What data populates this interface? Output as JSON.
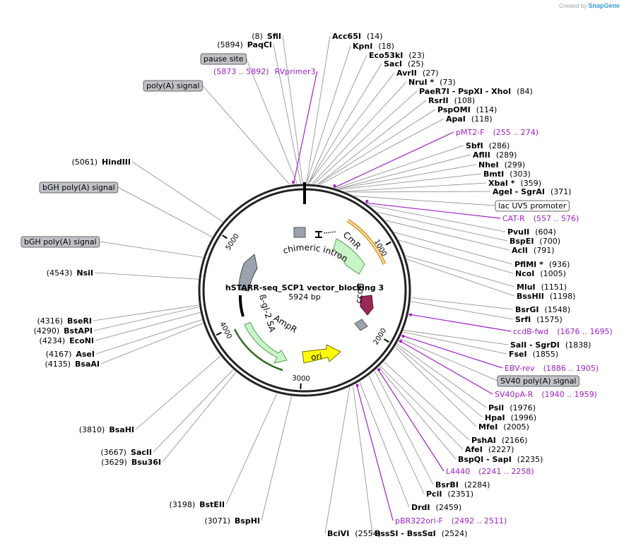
{
  "credit": {
    "prefix": "Created by",
    "brand": "SnapGene"
  },
  "plasmid": {
    "name": "hSTARR-seq_SCP1 vector_blocking 3",
    "size": "5924 bp",
    "length": 5924
  },
  "ticks": [
    "1000",
    "2000",
    "3000",
    "4000",
    "5000"
  ],
  "features": [
    {
      "label": "chimeric intron",
      "type": "intron"
    },
    {
      "label": "CmR",
      "type": "cds",
      "color": "#c8f5c8"
    },
    {
      "label": "ccdB",
      "type": "cds",
      "color": "#9a2a55"
    },
    {
      "label": "ori",
      "type": "rep_origin",
      "color": "#ffff00"
    },
    {
      "label": "AmpR",
      "type": "cds",
      "color": "#c8f5c8"
    },
    {
      "label": "ß-gl-2 SA",
      "type": "misc"
    }
  ],
  "labels": [
    {
      "kind": "enzyme",
      "name": "SfiI",
      "pos": "(8)"
    },
    {
      "kind": "enzyme",
      "name": "PaqCI",
      "pos": "(5894)"
    },
    {
      "kind": "box",
      "name": "pause site"
    },
    {
      "kind": "primer",
      "name": "RVprimer3",
      "pos": "(5873 .. 5892)"
    },
    {
      "kind": "box",
      "name": "poly(A) signal"
    },
    {
      "kind": "enzyme",
      "name": "HindIII",
      "pos": "(5061)"
    },
    {
      "kind": "box",
      "name": "bGH poly(A) signal"
    },
    {
      "kind": "box",
      "name": "bGH poly(A) signal"
    },
    {
      "kind": "enzyme",
      "name": "NsiI",
      "pos": "(4543)"
    },
    {
      "kind": "enzyme",
      "name": "BseRI",
      "pos": "(4316)"
    },
    {
      "kind": "enzyme",
      "name": "BstAPI",
      "pos": "(4290)"
    },
    {
      "kind": "enzyme",
      "name": "EcoNI",
      "pos": "(4234)"
    },
    {
      "kind": "enzyme",
      "name": "AseI",
      "pos": "(4167)"
    },
    {
      "kind": "enzyme",
      "name": "BsaAI",
      "pos": "(4135)"
    },
    {
      "kind": "enzyme",
      "name": "BsaHI",
      "pos": "(3810)"
    },
    {
      "kind": "enzyme",
      "name": "SacII",
      "pos": "(3667)"
    },
    {
      "kind": "enzyme",
      "name": "Bsu36I",
      "pos": "(3629)"
    },
    {
      "kind": "enzyme",
      "name": "BstEII",
      "pos": "(3198)"
    },
    {
      "kind": "enzyme",
      "name": "BspHI",
      "pos": "(3071)"
    },
    {
      "kind": "enzyme",
      "name": "BciVI",
      "pos": "(2554)"
    },
    {
      "kind": "enzyme",
      "name": "Acc65I",
      "pos": "(14)"
    },
    {
      "kind": "enzyme",
      "name": "KpnI",
      "pos": "(18)"
    },
    {
      "kind": "enzyme",
      "name": "Eco53kI",
      "pos": "(23)"
    },
    {
      "kind": "enzyme",
      "name": "SacI",
      "pos": "(25)"
    },
    {
      "kind": "enzyme",
      "name": "AvrII",
      "pos": "(27)"
    },
    {
      "kind": "enzyme",
      "name": "NruI *",
      "pos": "(73)"
    },
    {
      "kind": "enzyme",
      "name": "PaeR7I - PspXI - XhoI",
      "pos": "(84)"
    },
    {
      "kind": "enzyme",
      "name": "RsrII",
      "pos": "(108)"
    },
    {
      "kind": "enzyme",
      "name": "PspOMI",
      "pos": "(114)"
    },
    {
      "kind": "enzyme",
      "name": "ApaI",
      "pos": "(118)"
    },
    {
      "kind": "primer",
      "name": "pMT2-F",
      "pos": "(255 .. 274)"
    },
    {
      "kind": "enzyme",
      "name": "SbfI",
      "pos": "(286)"
    },
    {
      "kind": "enzyme",
      "name": "AflII",
      "pos": "(289)"
    },
    {
      "kind": "enzyme",
      "name": "NheI",
      "pos": "(299)"
    },
    {
      "kind": "enzyme",
      "name": "BmtI",
      "pos": "(303)"
    },
    {
      "kind": "enzyme",
      "name": "XbaI *",
      "pos": "(359)"
    },
    {
      "kind": "enzyme",
      "name": "AgeI - SgrAI",
      "pos": "(371)"
    },
    {
      "kind": "boxw",
      "name": "lac UV5 promoter"
    },
    {
      "kind": "primer",
      "name": "CAT-R",
      "pos": "(557 .. 576)"
    },
    {
      "kind": "enzyme",
      "name": "PvuII",
      "pos": "(604)"
    },
    {
      "kind": "enzyme",
      "name": "BspEI",
      "pos": "(700)"
    },
    {
      "kind": "enzyme",
      "name": "AclI",
      "pos": "(791)"
    },
    {
      "kind": "enzyme",
      "name": "PflMI *",
      "pos": "(936)"
    },
    {
      "kind": "enzyme",
      "name": "NcoI",
      "pos": "(1005)"
    },
    {
      "kind": "enzyme",
      "name": "MluI",
      "pos": "(1151)"
    },
    {
      "kind": "enzyme",
      "name": "BssHII",
      "pos": "(1198)"
    },
    {
      "kind": "enzyme",
      "name": "BsrGI",
      "pos": "(1548)"
    },
    {
      "kind": "enzyme",
      "name": "SrfI",
      "pos": "(1575)"
    },
    {
      "kind": "primer",
      "name": "ccdB-fwd",
      "pos": "(1676 .. 1695)"
    },
    {
      "kind": "enzyme",
      "name": "SalI - SgrDI",
      "pos": "(1838)"
    },
    {
      "kind": "enzyme",
      "name": "FseI",
      "pos": "(1855)"
    },
    {
      "kind": "primer",
      "name": "EBV-rev",
      "pos": "(1886 .. 1905)"
    },
    {
      "kind": "box",
      "name": "SV40 poly(A) signal"
    },
    {
      "kind": "primer",
      "name": "SV40pA-R",
      "pos": "(1940 .. 1959)"
    },
    {
      "kind": "enzyme",
      "name": "PsiI",
      "pos": "(1976)"
    },
    {
      "kind": "enzyme",
      "name": "HpaI",
      "pos": "(1996)"
    },
    {
      "kind": "enzyme",
      "name": "MfeI",
      "pos": "(2005)"
    },
    {
      "kind": "enzyme",
      "name": "PshAI",
      "pos": "(2166)"
    },
    {
      "kind": "enzyme",
      "name": "AfeI",
      "pos": "(2227)"
    },
    {
      "kind": "enzyme",
      "name": "BspQI - SapI",
      "pos": "(2235)"
    },
    {
      "kind": "primer",
      "name": "L4440",
      "pos": "(2241 .. 2258)"
    },
    {
      "kind": "enzyme",
      "name": "BsrBI",
      "pos": "(2284)"
    },
    {
      "kind": "enzyme",
      "name": "PciI",
      "pos": "(2351)"
    },
    {
      "kind": "enzyme",
      "name": "DrdI",
      "pos": "(2459)"
    },
    {
      "kind": "primer",
      "name": "pBR322ori-F",
      "pos": "(2492 .. 2511)"
    },
    {
      "kind": "enzyme",
      "name": "BssSI - BssSαI",
      "pos": "(2524)"
    }
  ]
}
